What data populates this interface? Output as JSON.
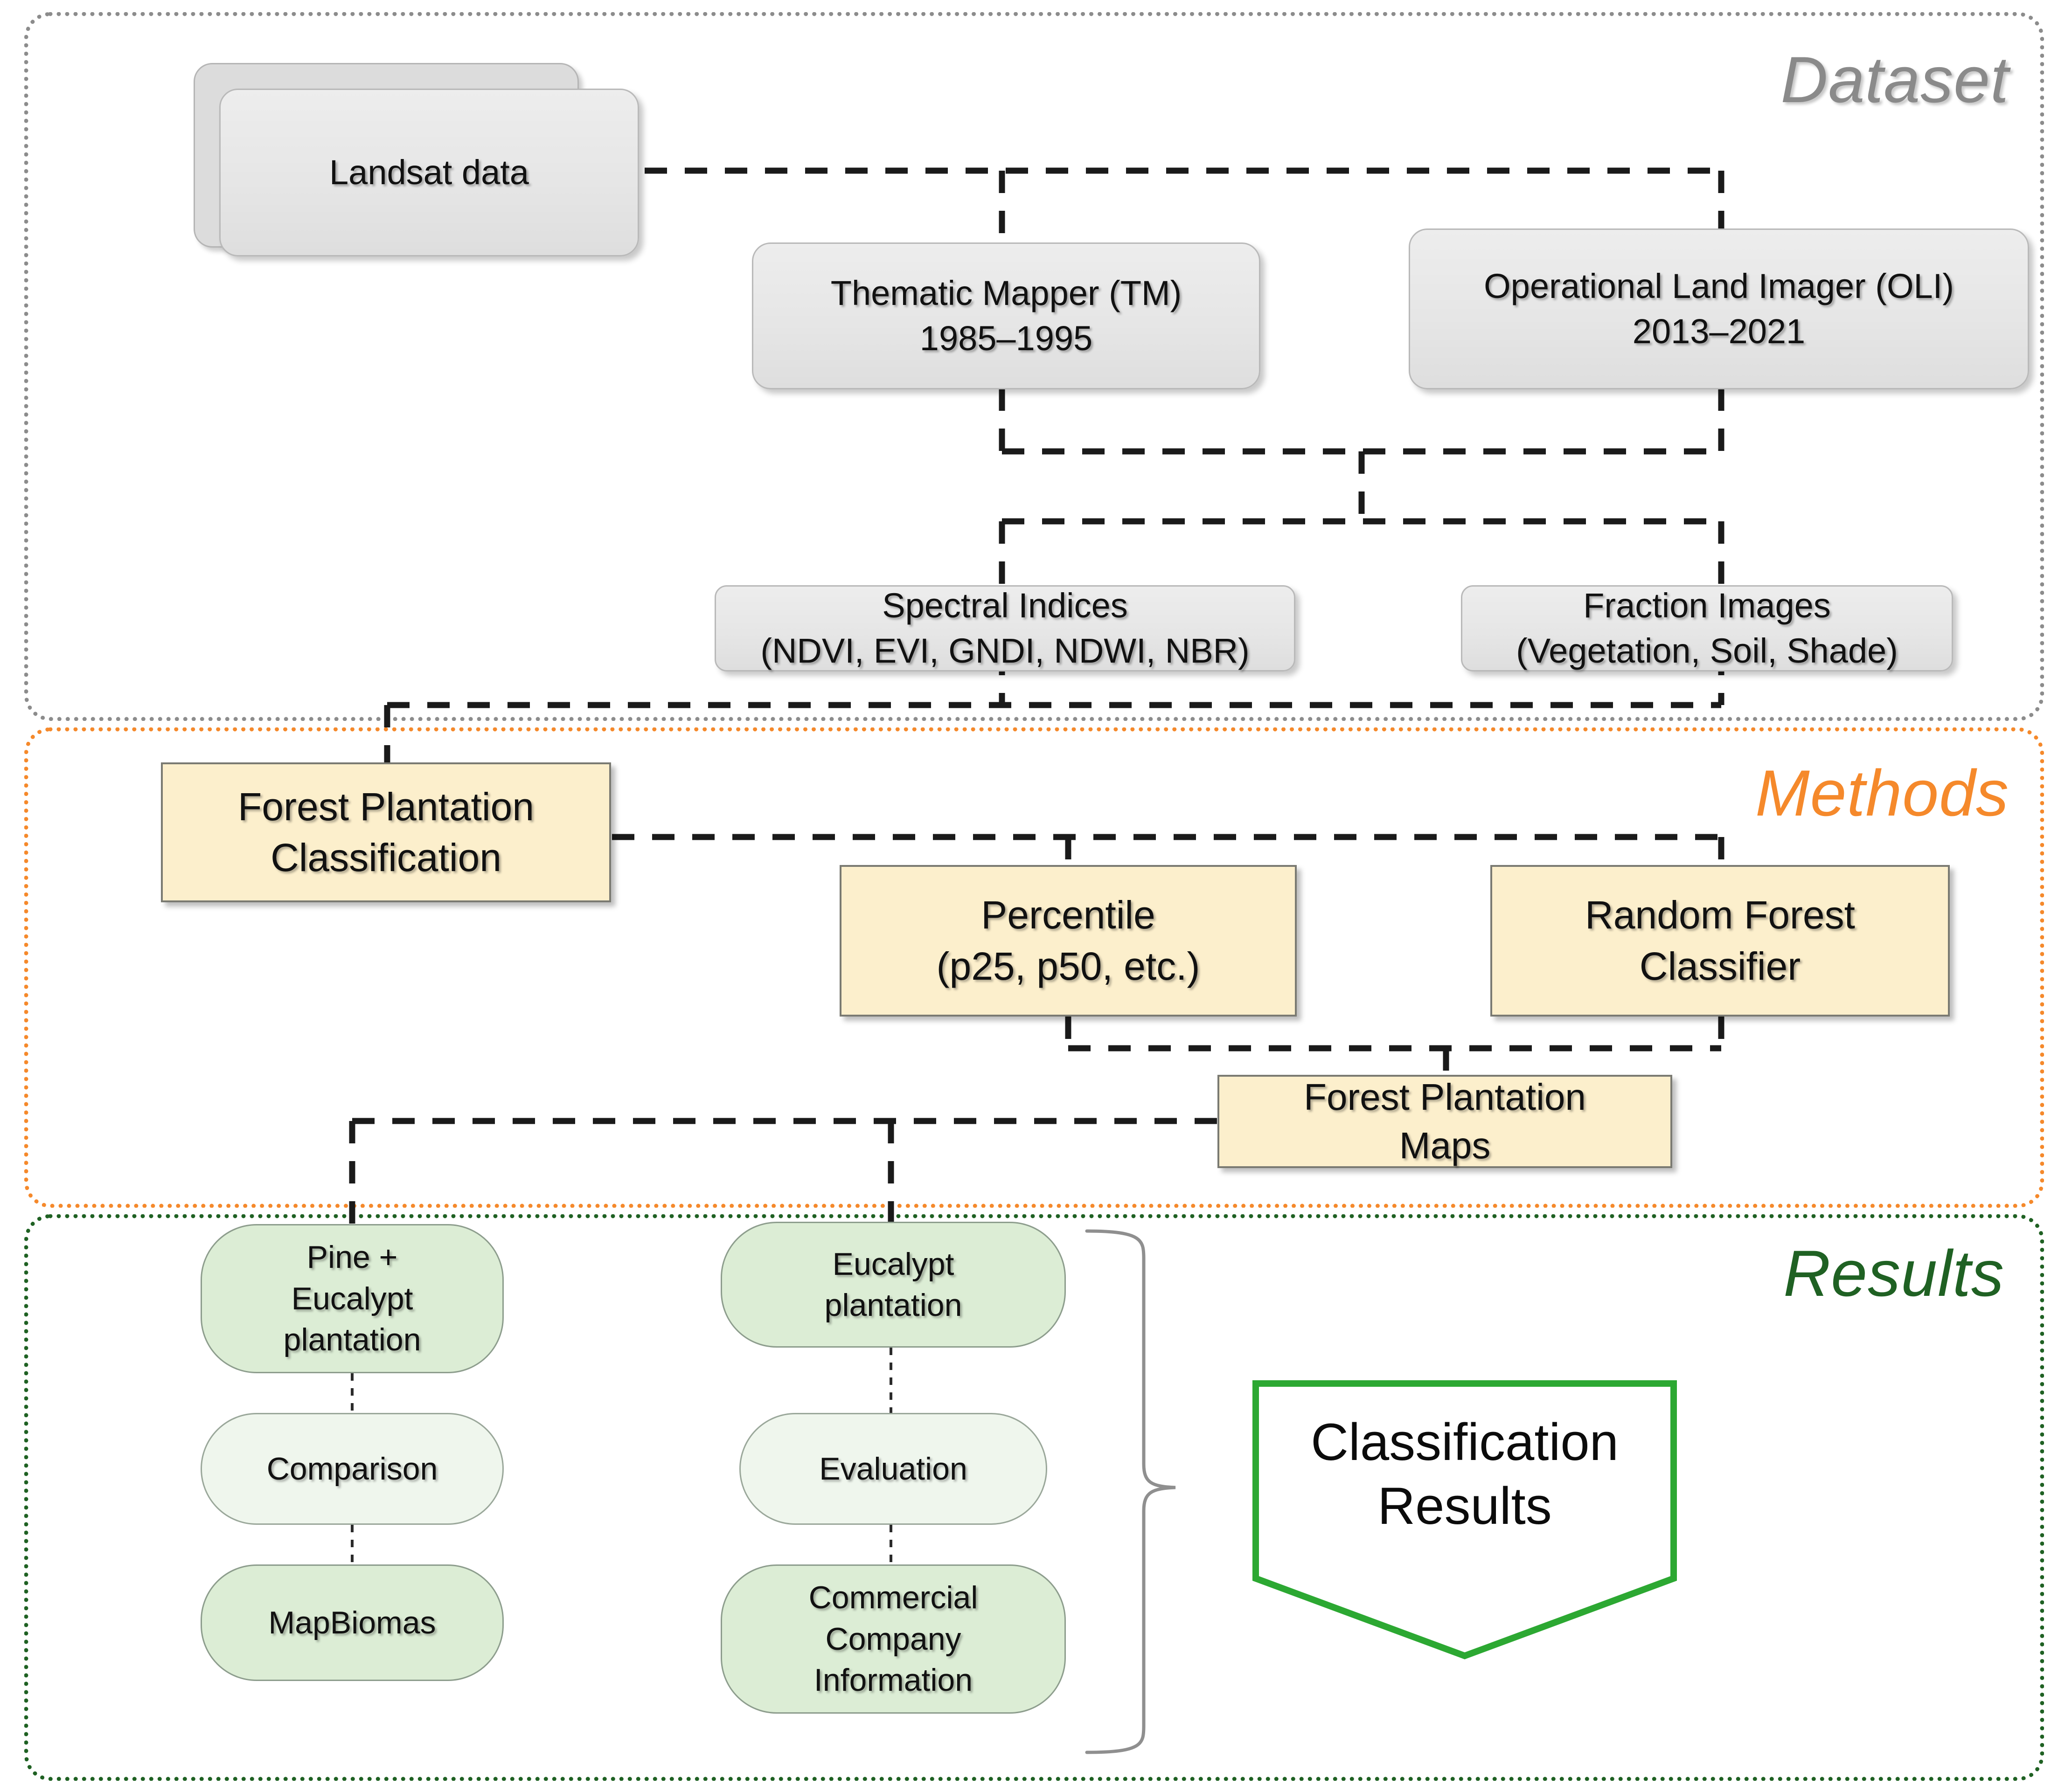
{
  "diagram": {
    "title": "Forest plantation classification workflow",
    "sections": [
      {
        "id": "dataset",
        "label": "Dataset",
        "color": "#8a8a8a"
      },
      {
        "id": "methods",
        "label": "Methods",
        "color": "#f5892b"
      },
      {
        "id": "results",
        "label": "Results",
        "color": "#1f6123"
      }
    ]
  },
  "dataset": {
    "landsat": {
      "line1": "Landsat data"
    },
    "tm": {
      "line1": "Thematic Mapper (TM)",
      "line2": "1985–1995"
    },
    "oli": {
      "line1": "Operational Land Imager (OLI)",
      "line2": "2013–2021"
    },
    "spectral": {
      "line1": "Spectral Indices",
      "line2": "(NDVI, EVI, GNDI, NDWI, NBR)"
    },
    "fraction": {
      "line1": "Fraction Images",
      "line2": "(Vegetation, Soil, Shade)"
    }
  },
  "methods": {
    "classification": {
      "line1": "Forest Plantation",
      "line2": "Classification"
    },
    "percentile": {
      "line1": "Percentile",
      "line2": "(p25, p50, etc.)"
    },
    "randomforest": {
      "line1": "Random Forest",
      "line2": "Classifier"
    },
    "maps": {
      "line1": "Forest Plantation",
      "line2": "Maps"
    }
  },
  "results": {
    "pine_eucalypt": {
      "line1": "Pine +",
      "line2": "Eucalypt",
      "line3": "plantation"
    },
    "comparison": {
      "line1": "Comparison"
    },
    "mapbiomas": {
      "line1": "MapBiomas"
    },
    "eucalypt": {
      "line1": "Eucalypt",
      "line2": "plantation"
    },
    "evaluation": {
      "line1": "Evaluation"
    },
    "commercial": {
      "line1": "Commercial",
      "line2": "Company",
      "line3": "Information"
    },
    "classification_results": {
      "line1": "Classification",
      "line2": "Results"
    }
  },
  "colors": {
    "dataset_border": "#8c8c8c",
    "methods_border": "#f5892b",
    "results_border": "#1f6123",
    "grey_fill": "#e8e8e8",
    "yellow_fill": "#fcefcc",
    "green_fill": "#dcedd5",
    "green_pale_fill": "#eff6ed",
    "pentagon_stroke": "#2ca832",
    "connector": "#1a1a1a"
  }
}
